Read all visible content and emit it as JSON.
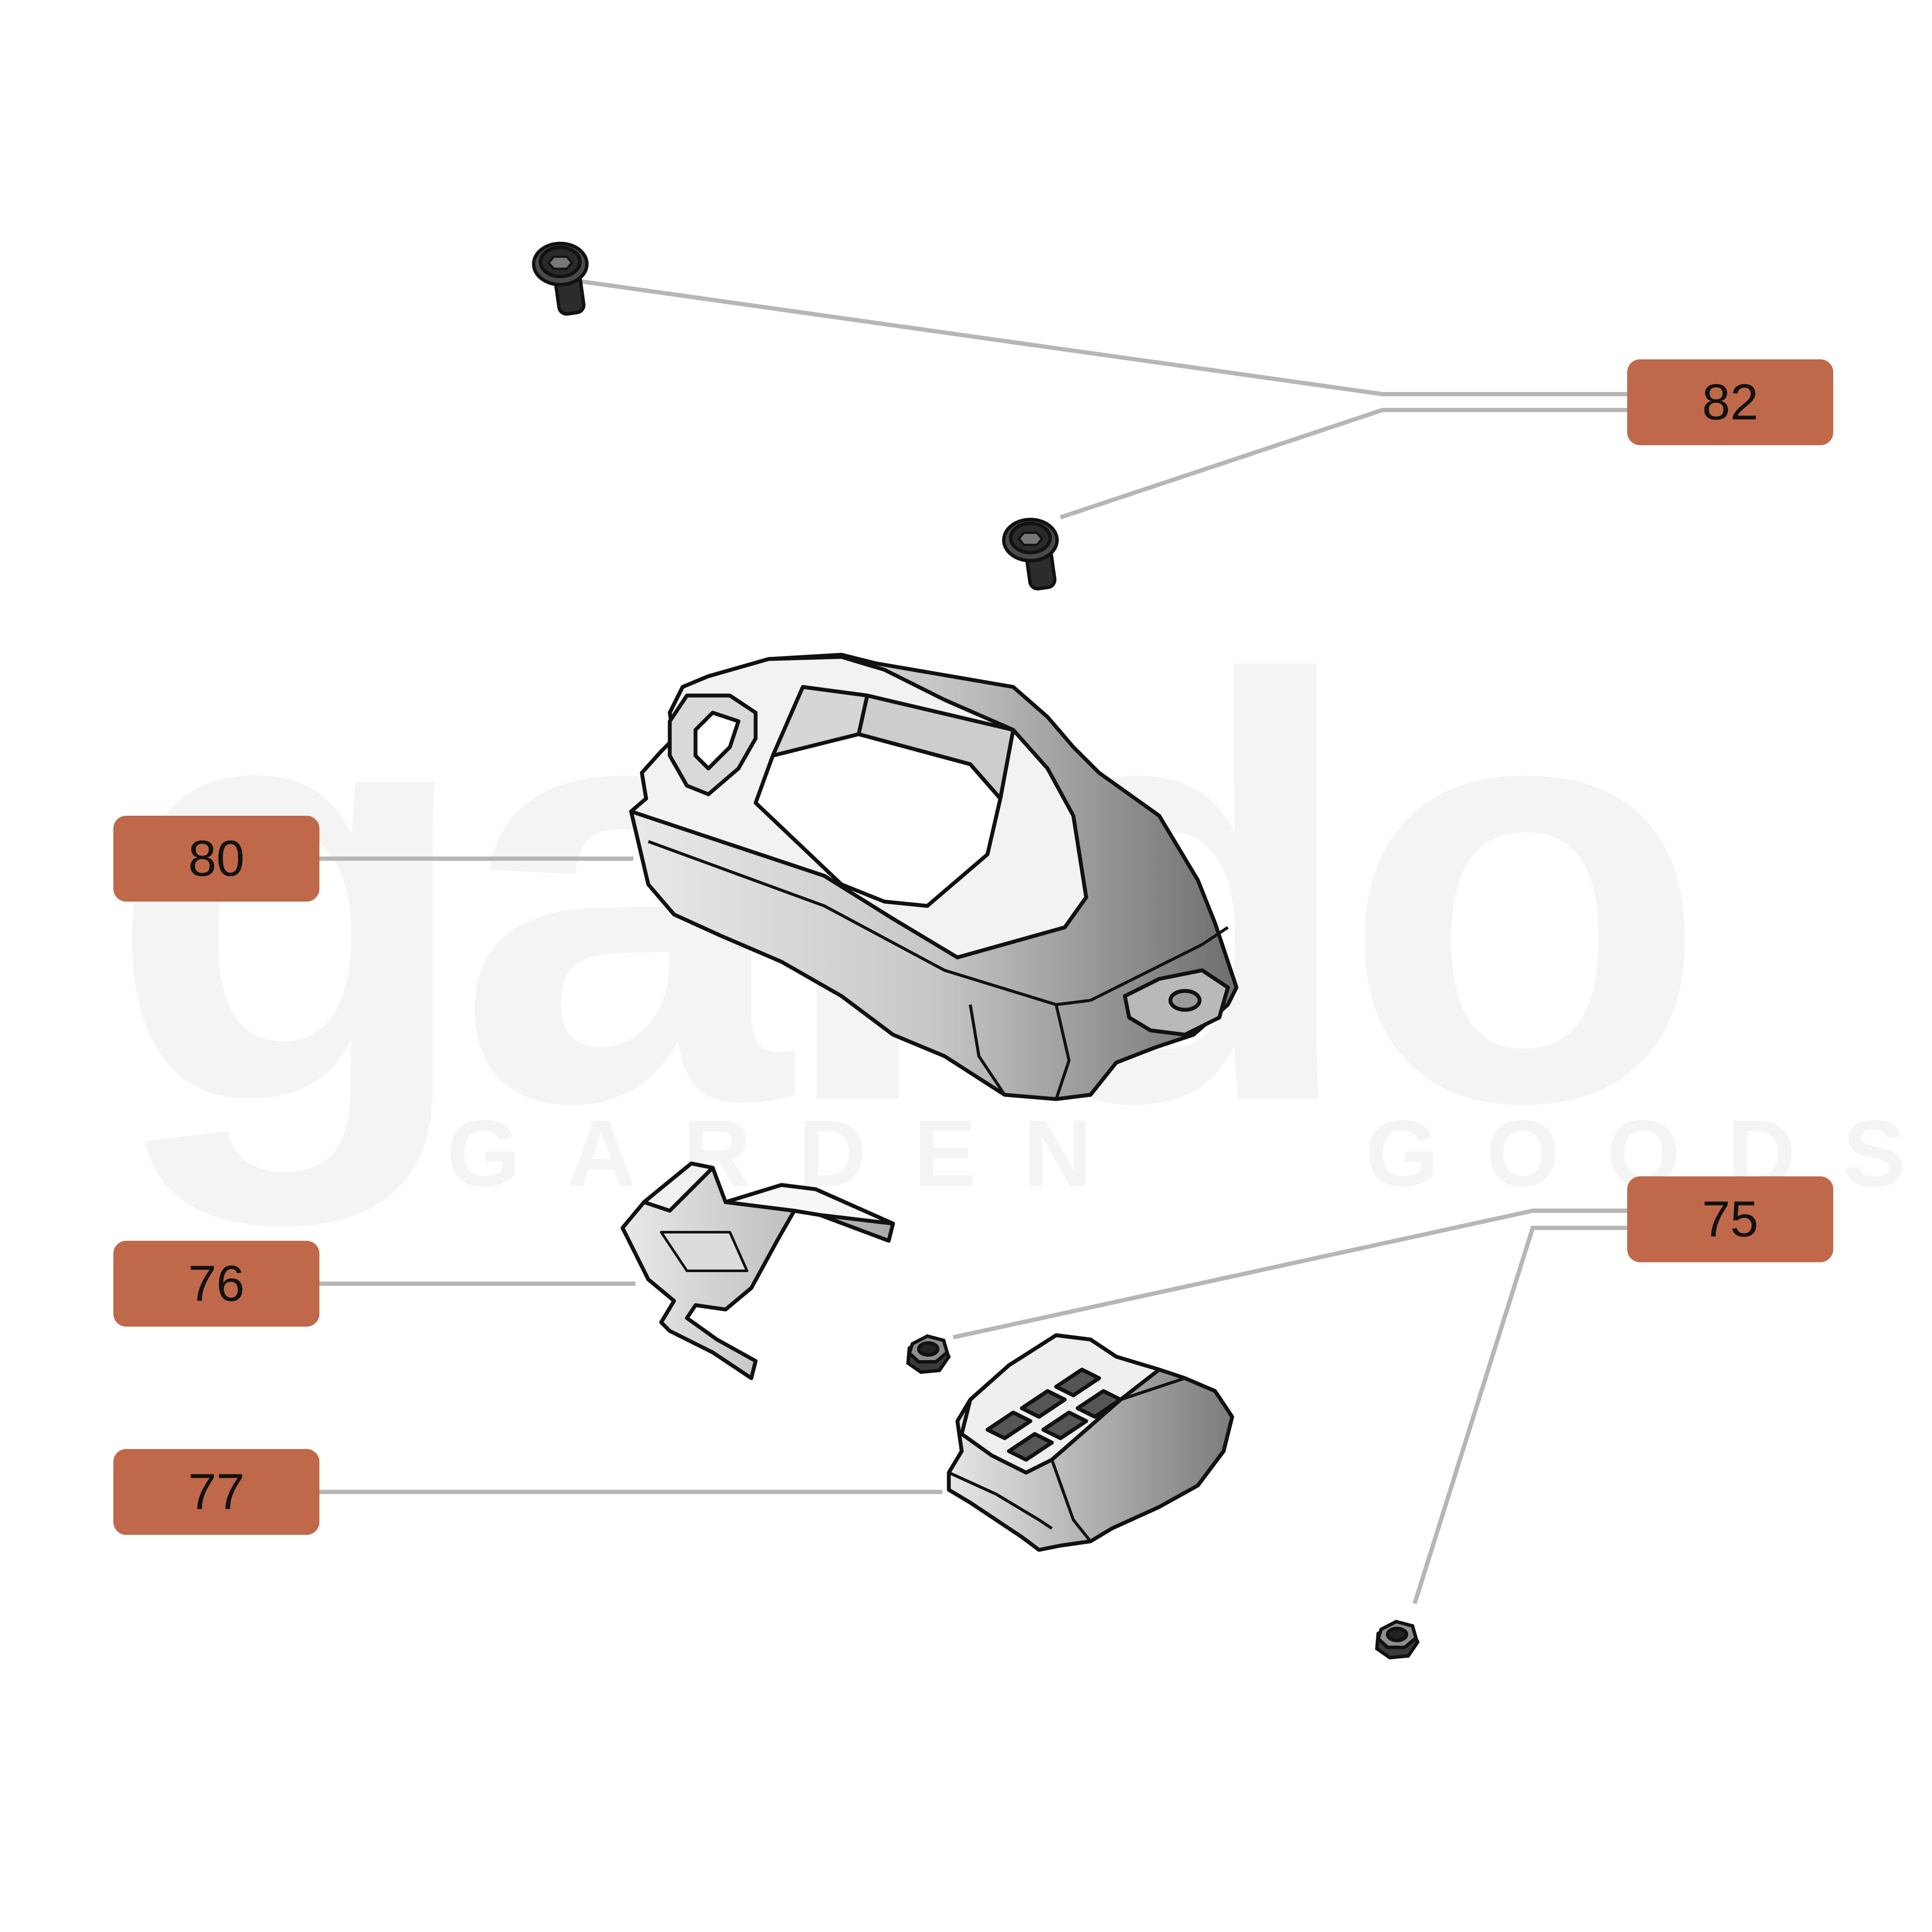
{
  "colors": {
    "callout_fill": "#c0694a",
    "leader_line": "#b6b6b6",
    "watermark": "#f4f4f4",
    "part_stroke": "#111111"
  },
  "watermark": {
    "logo_text": "gardo",
    "left_text": "GARDEN",
    "right_text": "GOODS"
  },
  "callouts": {
    "c82": "82",
    "c80": "80",
    "c76": "76",
    "c77": "77",
    "c75": "75"
  },
  "parts": [
    {
      "ref": "82",
      "name": "screw",
      "count": 2
    },
    {
      "ref": "80",
      "name": "housing cover"
    },
    {
      "ref": "76",
      "name": "bracket"
    },
    {
      "ref": "77",
      "name": "connector block"
    },
    {
      "ref": "75",
      "name": "hex nut",
      "count": 2
    }
  ]
}
